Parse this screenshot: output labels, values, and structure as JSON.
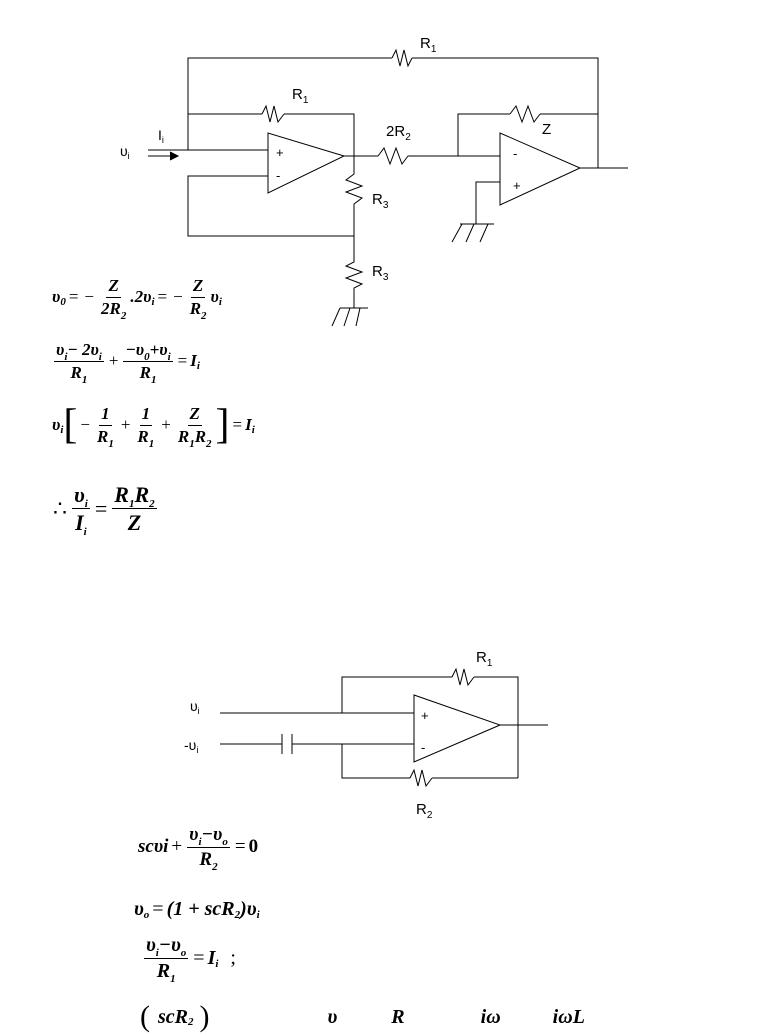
{
  "circuit1": {
    "R1_top": "R",
    "R1_top_sub": "1",
    "R1_inner": "R",
    "R1_inner_sub": "1",
    "R2x2": "2R",
    "R2x2_sub": "2",
    "Z": "Z",
    "R3_a": "R",
    "R3_a_sub": "3",
    "R3_b": "R",
    "R3_b_sub": "3",
    "vi": "υ",
    "vi_sub": "i",
    "Ii": "I",
    "Ii_sub": "i",
    "plus": "+",
    "minus": "-"
  },
  "eq1": {
    "v0": "υ",
    "v0_sub": "0",
    "eq": "=",
    "neg": "−",
    "Z": "Z",
    "den1": "2R",
    "den1_sub": "2",
    "mult": ".2υ",
    "vi_sub": "i",
    "eq2": "=",
    "neg2": "−",
    "Z2": "Z",
    "den2": "R",
    "den2_sub": "2",
    "vi2": "υ",
    "vi2_sub": "i"
  },
  "eq2": {
    "num1": "υ",
    "num1_sub": "i",
    "num1_rest": "− 2υ",
    "num1_sub2": "i",
    "den1": "R",
    "den1_sub": "1",
    "plus": "+",
    "num2": "−υ",
    "num2_sub": "0",
    "num2_rest": "+υ",
    "num2_sub2": "i",
    "den2": "R",
    "den2_sub": "1",
    "eq": "=",
    "rhs": "I",
    "rhs_sub": "i"
  },
  "eq3": {
    "vi": "υ",
    "vi_sub": "i",
    "neg": "−",
    "one1": "1",
    "den1": "R",
    "den1_sub": "1",
    "plus1": "+",
    "one2": "1",
    "den2": "R",
    "den2_sub": "1",
    "plus2": "+",
    "Z": "Z",
    "den3": "R",
    "den3_sub": "1",
    "den3b": "R",
    "den3b_sub": "2",
    "eq": "=",
    "rhs": "I",
    "rhs_sub": "i"
  },
  "eq4": {
    "therefore": "∴",
    "num": "υ",
    "num_sub": "i",
    "den": "I",
    "den_sub": "i",
    "eq": "=",
    "rnum": "R",
    "rnum_sub": "1",
    "rnum2": "R",
    "rnum2_sub": "2",
    "rden": "Z"
  },
  "circuit2": {
    "R1": "R",
    "R1_sub": "1",
    "R2": "R",
    "R2_sub": "2",
    "vi": "υ",
    "vi_sub": "i",
    "nvi": "-υ",
    "nvi_sub": "i",
    "plus": "+",
    "minus": "-"
  },
  "eq5": {
    "lhs": "scυ",
    "lhs_i": "i",
    "plus": "+",
    "num": "υ",
    "num_sub": "i",
    "num_rest": "−υ",
    "num_sub2": "o",
    "den": "R",
    "den_sub": "2",
    "eq": "=",
    "rhs": "0"
  },
  "eq6": {
    "vo": "υ",
    "vo_sub": "o",
    "eq": "=",
    "paren": "(1 + scR",
    "paren_sub": "2",
    "close": ")υ",
    "close_sub": "i"
  },
  "eq7": {
    "num": "υ",
    "num_sub": "i",
    "num_rest": "−υ",
    "num_sub2": "o",
    "den": "R",
    "den_sub": "1",
    "eq": "=",
    "rhs": "I",
    "rhs_sub": "i",
    "semi": ";"
  },
  "eq8": {
    "paren_num": "scR",
    "paren_num_sub": "2",
    "tail1": "υ",
    "tail2": "R",
    "tail3": "iω",
    "tail4": "iωL"
  }
}
